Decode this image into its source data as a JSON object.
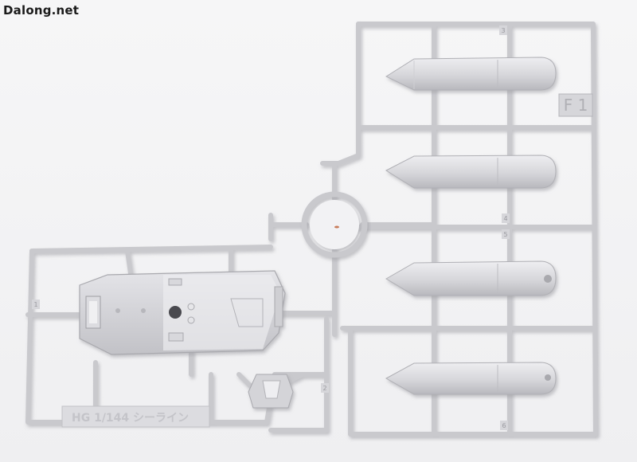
{
  "watermark": "Dalong.net",
  "sprue_tag": "F 1",
  "sprue_label": "HG 1/144 シーライン",
  "gate_numbers": [
    "3",
    "4",
    "5",
    "6",
    "1",
    "2"
  ],
  "colors": {
    "background": "#f3f3f4",
    "plastic": "#d4d4d8",
    "plastic_light": "#e6e6e9",
    "plastic_shadow": "#a9a9ae",
    "watermark": "#1a1a1a"
  }
}
